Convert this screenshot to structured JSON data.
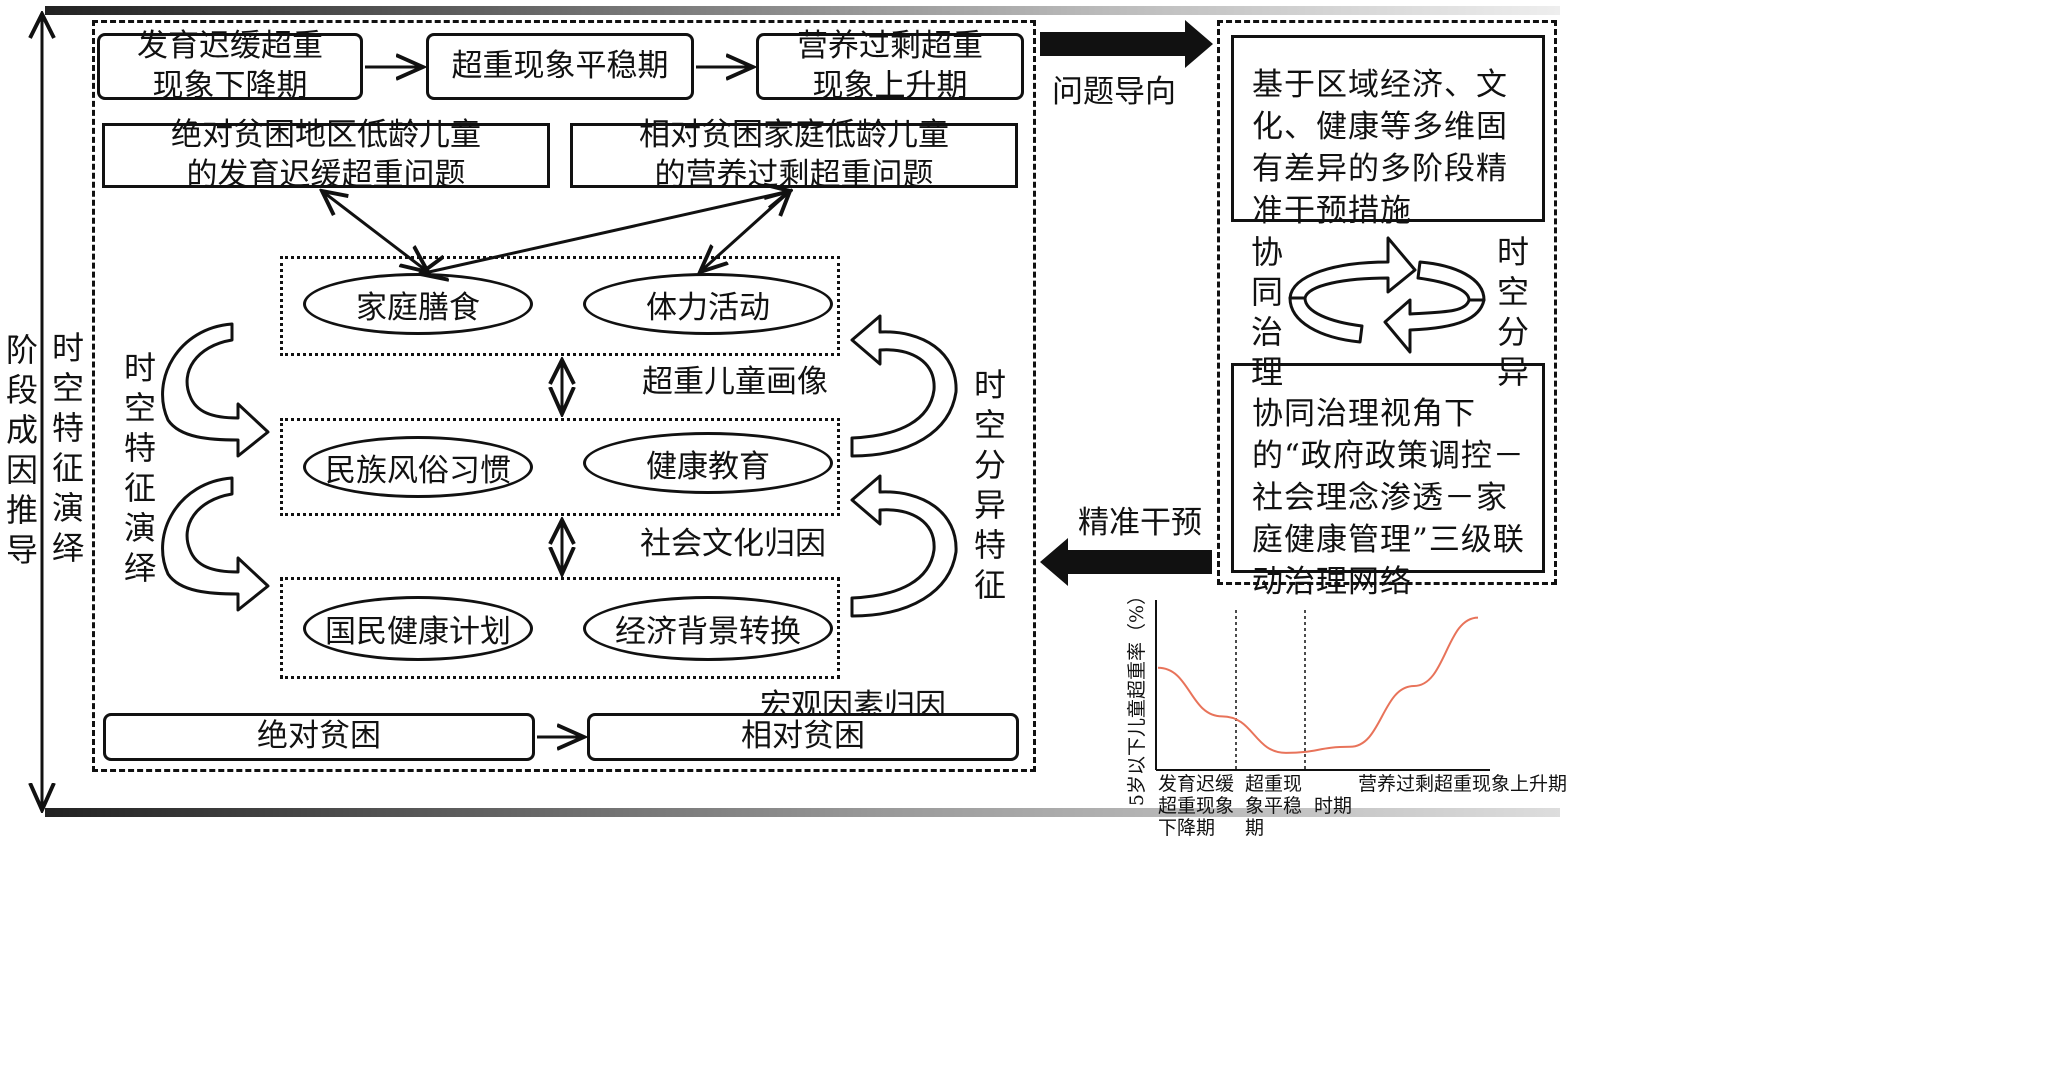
{
  "side_labels": {
    "outer": "阶段成因推导",
    "inner": "时空特征演绎"
  },
  "stages": [
    "发育迟缓超重现象下降期",
    "超重现象平稳期",
    "营养过剩超重现象上升期"
  ],
  "problems": [
    "绝对贫困地区低龄儿童的发育迟缓超重问题",
    "相对贫困家庭低龄儿童的营养过剩超重问题"
  ],
  "groups": [
    {
      "items": [
        "家庭膳食",
        "体力活动"
      ],
      "label": "超重儿童画像"
    },
    {
      "items": [
        "民族风俗习惯",
        "健康教育"
      ],
      "label": "社会文化归因"
    },
    {
      "items": [
        "国民健康计划",
        "经济背景转换"
      ],
      "label": "宏观因素归因"
    }
  ],
  "left_curve_label": "时空特征演绎",
  "right_curve_label": "时空分异特征",
  "bottom_boxes": [
    "绝对贫困",
    "相对贫困"
  ],
  "arrows": {
    "problem_orientation": "问题导向",
    "precise_intervention": "精准干预"
  },
  "right_panel": {
    "top_text": "基于区域经济、文化、健康等多维固有差异的多阶段精准干预措施",
    "cycle_left": "协同治理",
    "cycle_right": "时空分异",
    "bottom_text": "协同治理视角下的“政府政策调控－社会理念渗透－家庭健康管理”三级联动治理网络"
  },
  "chart_data": {
    "type": "line",
    "ylabel": "5岁以下儿童超重率（%）",
    "xlabel": "时期",
    "x_categories": [
      "发育迟缓超重现象下降期",
      "超重现象平稳期",
      "营养过剩超重现象上升期"
    ],
    "series": [
      {
        "values": [
          0.62,
          0.3,
          0.06,
          0.1,
          0.5,
          0.95
        ]
      }
    ],
    "colors": {
      "curve": "#e8735a"
    }
  }
}
